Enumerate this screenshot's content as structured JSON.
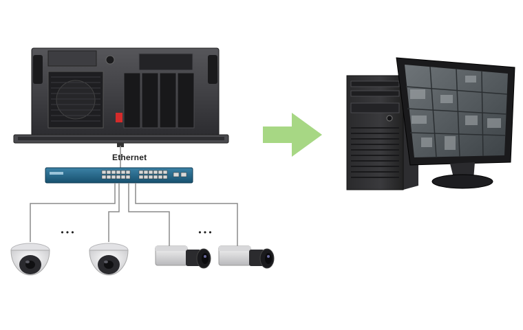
{
  "labels": {
    "ethernet": "Ethernet"
  },
  "ellipsis": [
    "• • •",
    "• • •"
  ],
  "components": {
    "server": "rack-server",
    "switch": "ethernet-switch",
    "cameras": [
      "dome-camera",
      "dome-camera",
      "box-camera",
      "box-camera"
    ],
    "workstation": "desktop-computer-with-monitor"
  },
  "colors": {
    "arrow": "#a7d784",
    "server_body": "#2b2b2e",
    "switch_body": "#1f5a78",
    "cable": "#8a8a8a"
  }
}
